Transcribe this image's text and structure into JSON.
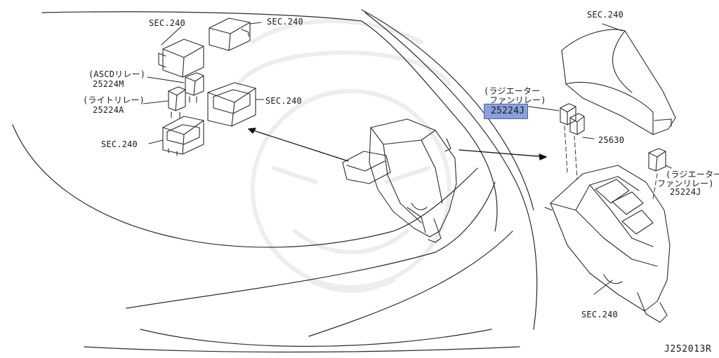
{
  "diagram": {
    "id": "J252013R",
    "accent_color": "#8aa0dc",
    "labels": {
      "sec_top_left": "SEC.240",
      "sec_top_mid": "SEC.240",
      "asc_relay_name": "(ASCDリレー)",
      "asc_relay_part": "25224M",
      "light_relay_name": "(ライトリレー)",
      "light_relay_part": "25224A",
      "sec_mid_right": "SEC.240",
      "sec_left_bottom": "SEC.240",
      "radiator_fan_relay_line1": "(ラジエーター",
      "radiator_fan_relay_line2": "ファンリレー)",
      "radiator_fan_relay_part": "25224J",
      "sec_top_right": "SEC.240",
      "part_25630": "25630",
      "radiator_fan_relay_right_line1": "(ラジエーター",
      "radiator_fan_relay_right_line2": "ファンリレー)",
      "radiator_fan_relay_right_part": "25224J",
      "sec_bottom_right": "SEC.240"
    }
  }
}
